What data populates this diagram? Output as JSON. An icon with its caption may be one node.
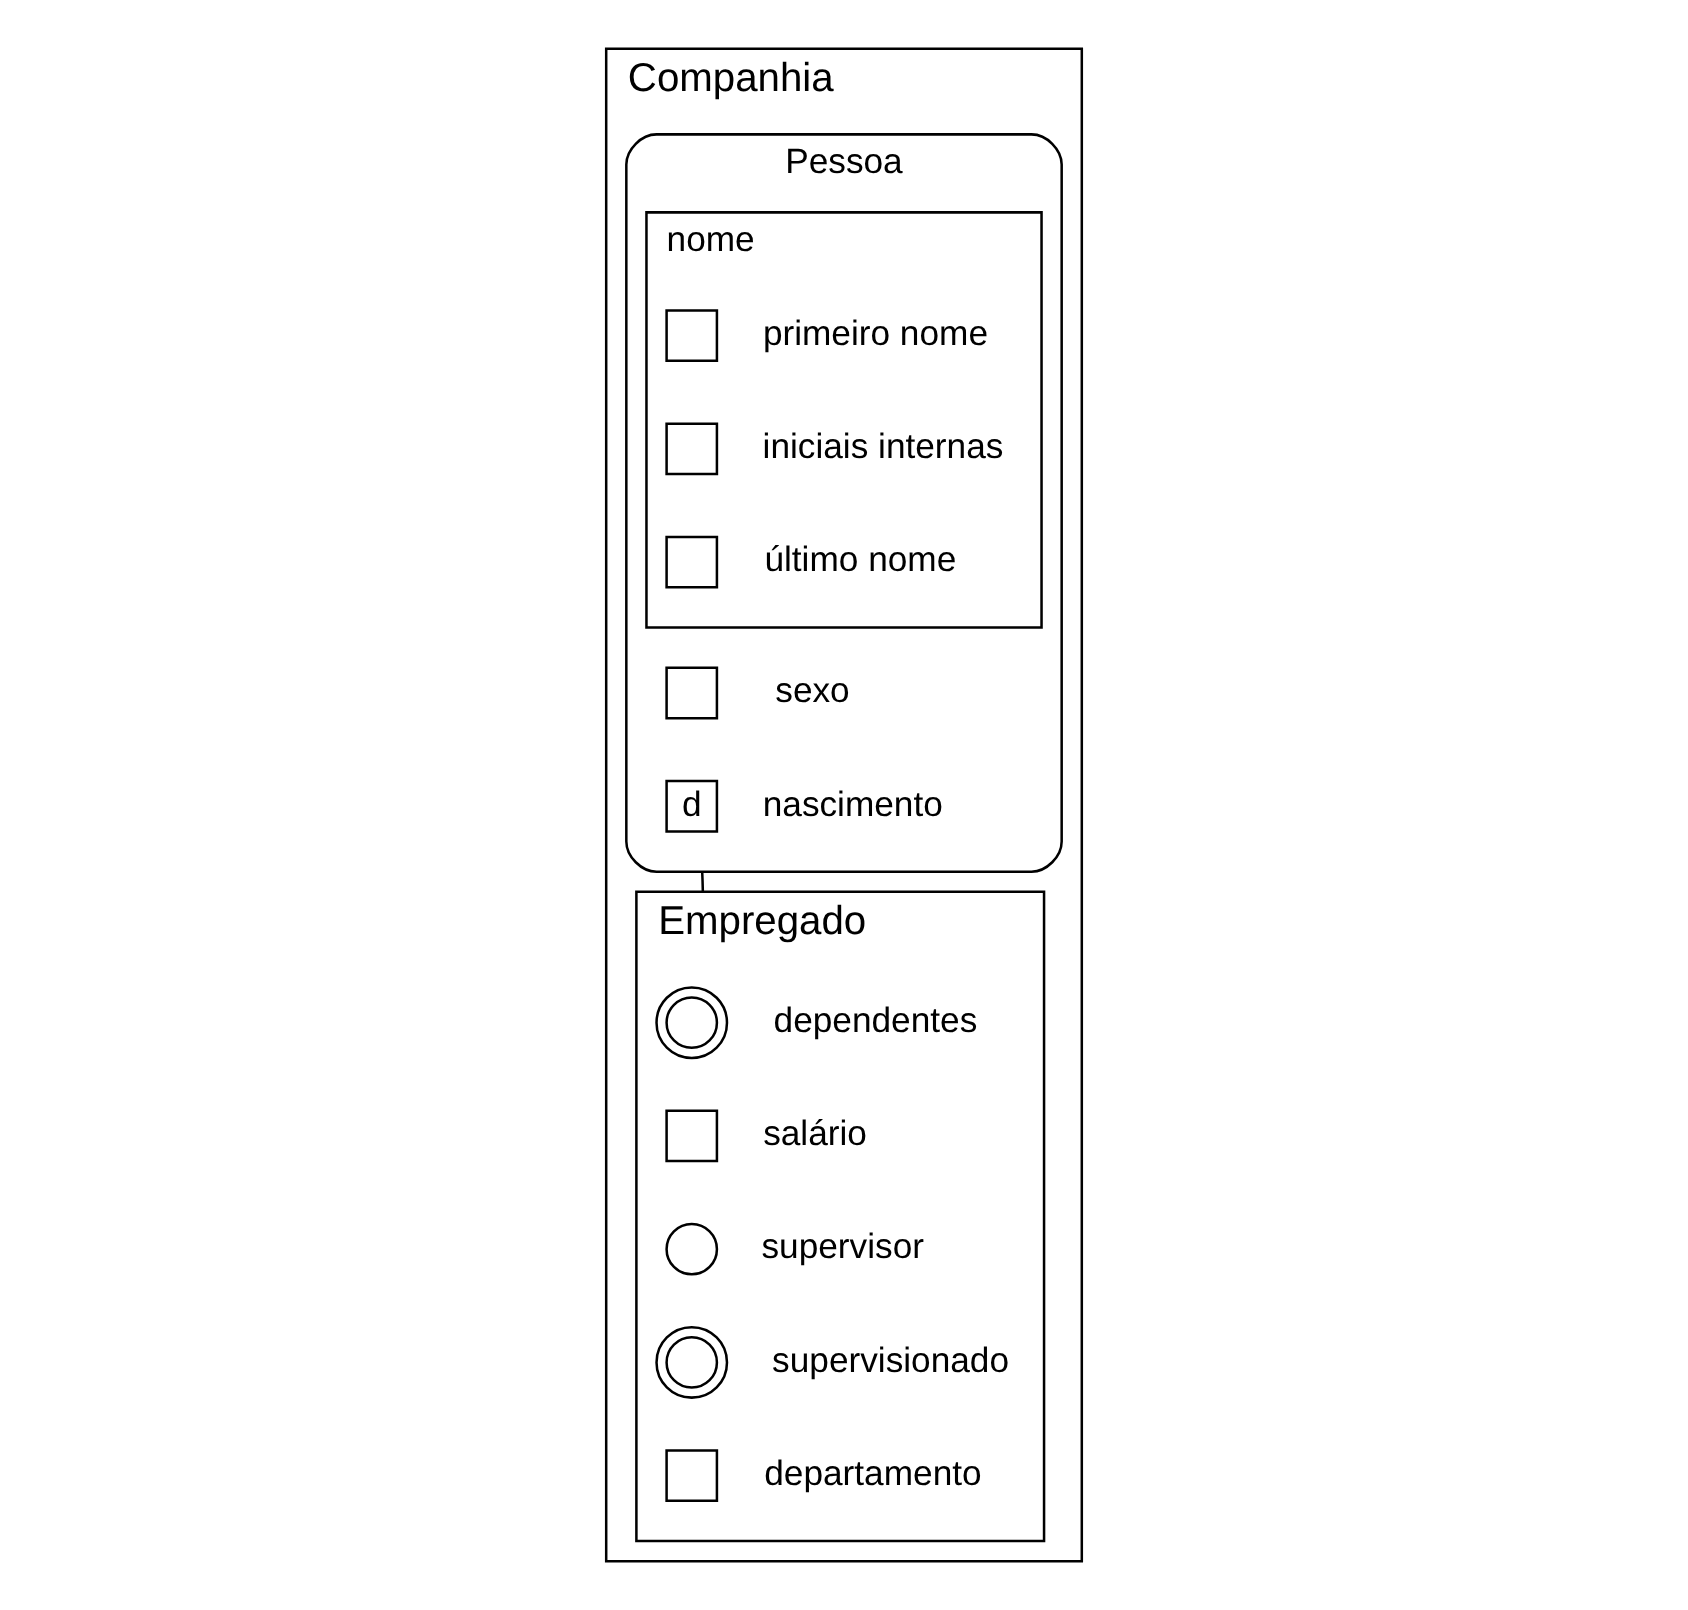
{
  "diagram": {
    "nodes": [
      {
        "text": [
          "Companhia"
        ]
      },
      {
        "text": [
          "Pessoa"
        ],
        "in": 0
      },
      {
        "text": [
          "nome"
        ],
        "in": 1
      },
      {
        "text": [],
        "shape": "box",
        "beside": [
          "primeiro nome"
        ],
        "in": 2
      },
      {
        "text": [],
        "shape": "box",
        "beside": [
          "iniciais internas"
        ],
        "in": 2
      },
      {
        "text": [],
        "shape": "box",
        "beside": [
          "último nome"
        ],
        "in": 2
      },
      {
        "text": [],
        "shape": "box",
        "beside": [
          "sexo"
        ],
        "in": 1
      },
      {
        "text": [
          "d"
        ],
        "beside": [
          "nascimento"
        ],
        "in": 1
      },
      {
        "text": [
          "Empregado"
        ],
        "in": 0
      },
      {
        "text": [],
        "shape": "doublecircle",
        "beside": [
          "dependentes"
        ],
        "in": 8
      },
      {
        "text": [],
        "shape": "box",
        "beside": [
          "salário"
        ],
        "in": 8
      },
      {
        "text": [],
        "shape": "circle",
        "beside": [
          "supervisor"
        ],
        "in": 8
      },
      {
        "text": [],
        "shape": "doublecircle",
        "beside": [
          "supervisionado"
        ],
        "in": 8
      },
      {
        "text": [],
        "shape": "box",
        "beside": [
          "departamento"
        ],
        "in": 8
      }
    ],
    "edges": [
      {
        "from": 1,
        "to": 8,
        "arrow": "none"
      }
    ]
  }
}
